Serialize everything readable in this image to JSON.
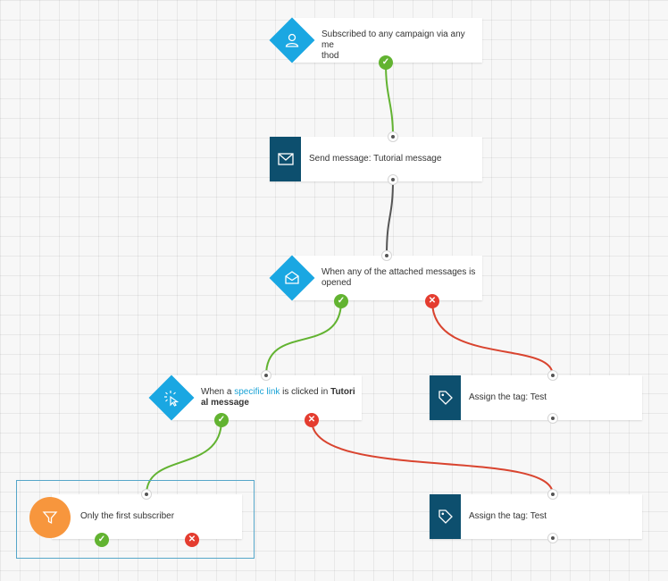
{
  "workflow": {
    "nodes": {
      "subscribed": {
        "label": "Subscribed to any campaign via any me thod",
        "line1": "Subscribed to any campaign via any me",
        "line2": "thod",
        "icon": "user-icon"
      },
      "send_message": {
        "label": "Send message: Tutorial message",
        "icon": "envelope-icon"
      },
      "message_opened": {
        "line1": "When any of the attached messages is",
        "line2": "opened",
        "icon": "open-envelope-icon"
      },
      "link_clicked": {
        "prefix": "When a ",
        "link": "specific link",
        "middle": " is clicked in ",
        "bold1": "Tutori",
        "bold2": "al message",
        "icon": "cursor-click-icon"
      },
      "assign_tag_1": {
        "label": "Assign the tag: Test",
        "icon": "tag-icon"
      },
      "filter": {
        "label": "Only the first subscriber",
        "icon": "funnel-icon"
      },
      "assign_tag_2": {
        "label": "Assign the tag: Test",
        "icon": "tag-icon"
      }
    },
    "status": {
      "yes_glyph": "✓",
      "no_glyph": "✕"
    },
    "colors": {
      "action_blue": "#1aa7e2",
      "action_dark": "#0d4f6e",
      "filter_orange": "#f7963d",
      "yes_green": "#62b331",
      "no_red": "#e43c2f",
      "link_blue": "#1ba3d6"
    }
  }
}
